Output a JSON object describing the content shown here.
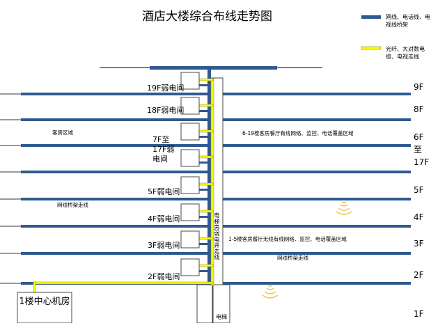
{
  "title": "酒店大楼综合布线走势图",
  "legend": [
    {
      "label": "网线、电话线、电视线桥架",
      "color": "#2e5a8f"
    },
    {
      "label": "光纤、大对数电缆、电视走线",
      "color": "#ffff00"
    }
  ],
  "colors": {
    "tray": "#2e5a8f",
    "fiber": "#ffff00",
    "fiber_outline": "#8a8a3a",
    "wifi": "#f2c14e",
    "box_border": "#4a4a4a"
  },
  "floor_labels": {
    "f9": "9F",
    "f8": "8F",
    "f6": "6F",
    "f_to": "至",
    "f17": "17F",
    "f5": "5F",
    "f4": "4F",
    "f3": "3F",
    "f2": "2F",
    "f1": "1F"
  },
  "weak_rooms": {
    "r19": "19F弱电间",
    "r18": "18F弱电间",
    "r7_17": "7F至17F弱电间",
    "r5": "5F弱电间",
    "r4": "4F弱电间",
    "r3": "3F弱电间",
    "r2": "2F弱电间"
  },
  "annotations": {
    "guest_area": "客房区域",
    "coverage_6_19": "6-19楼客房餐厅有线网络、监控、电话覆盖区域",
    "tray_route_left": "网线桥架走线",
    "coverage_1_5": "1-5楼客房餐厅无线有线网络、监控、电话覆盖区域",
    "tray_route_right": "网线桥架走线",
    "shaft": "电梯旁弱电井走线",
    "elevator": "电梯"
  },
  "central_room": "1楼中心机房"
}
